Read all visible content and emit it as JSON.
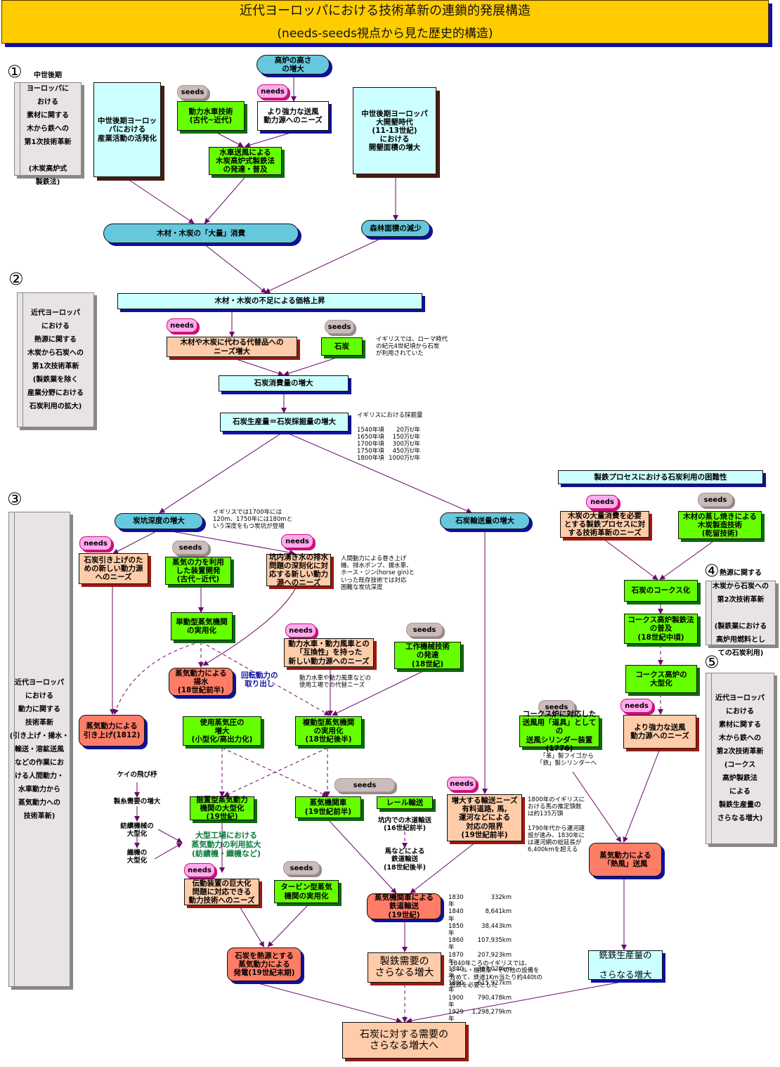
{
  "header": {
    "title": "近代ヨーロッパにおける技術革新の連鎖的発展構造",
    "subtitle": "(needs-seeds視点から見た歴史的構造)"
  },
  "colors": {
    "title_bg": "#ffcc00",
    "seeds_node": "#66ff00",
    "needs_node": "#ffccaa",
    "info_node": "#ccffff",
    "result_node": "#ff7d66",
    "pill_node": "#66c8dd",
    "link": "#6b0a6b"
  },
  "tags": {
    "needs": "needs",
    "seeds": "seeds"
  },
  "sections": [
    {
      "number": "①",
      "label": "中世後期\nヨーロッパに\nおける\n素材に関する\n木から鉄への\n第1次技術革新\n\n(木炭高炉式\n製鉄法)"
    },
    {
      "number": "②",
      "label": "近代ヨーロッパ\nにおける\n熱源に関する\n木炭から石炭への\n第1次技術革新\n(製鉄業を除く\n産業分野における\n石炭利用の拡大)"
    },
    {
      "number": "③",
      "label": "近代ヨーロッパ\nにおける\n動力に関する\n技術革新\n(引き上げ・揚水・\n輸送・溶鉱送風\nなどの作業にお\nける人間動力・\n水車動力から\n蒸気動力への\n技術革新)"
    },
    {
      "number": "④",
      "label": "熱源に関する\n木炭から石炭への\n第2次技術革新\n\n(製鉄業における\n高炉用燃料とし\nての石炭利用)"
    },
    {
      "number": "⑤",
      "label": "近代ヨーロッパ\nにおける\n素材に関する\n木から鉄への\n第2次技術革新\n(コークス\n高炉製鉄法\nによる\n製鉄生産量の\nさらなる増大)"
    }
  ],
  "nodes": {
    "furnace_height": "高炉の高さ\nの増大",
    "waterwheel_tech": "動力水車技術\n(古代~近代)",
    "stronger_blast_need1": "より強力な送風\n動力源へのニーズ",
    "industrial_activity": "中世後期ヨーロッ\nパにおける\n産業活動の活発化",
    "charcoal_furnace": "水車送風による\n木炭高炉式製鉄法\nの発達・普及",
    "land_clearing": "中世後期ヨーロッパ\n大開墾時代\n(11-13世紀)\nにおける\n開墾面積の増大",
    "wood_consumption": "木材・木炭の「大量」消費",
    "forest_decrease": "森林面積の減少",
    "price_rise": "木材・木炭の不足による価格上昇",
    "substitute_need": "木材や木炭に代わる代替品への\nニーズ増大",
    "coal": "石炭",
    "coal_consumption": "石炭消費量の増大",
    "coal_production": "石炭生産量＝石炭採掘量の増大",
    "iron_coal_difficulty": "製鉄プロセスにおける石炭利用の困難性",
    "charcoal_process_need": "木炭の大量消費を必要\nとする製鉄プロセスに対\nする技術革新のニーズ",
    "dry_distillation": "木材の蒸し焼きによる\n木炭製造技術\n(乾留技術)",
    "coking": "石炭のコークス化",
    "coke_furnace": "コークス高炉製鉄法\nの普及\n(18世紀中頃)",
    "coke_furnace_large": "コークス高炉の\n大型化",
    "stronger_blast_need2": "より強力な送風\n動力源へのニーズ",
    "blowing_cylinder": "コークス炉に対応した\n送風用「道具」としての\n送風シリンダー装置\n(1776)",
    "hot_blast": "蒸気動力による\n「熱風」送風",
    "pig_iron": "銑鉄生産量の\n\nさらなる増大",
    "mine_depth": "炭坑深度の増大",
    "coal_transport": "石炭輸送量の増大",
    "hoist_need": "石炭引き上げのた\nめの新しい動力源\nへのニーズ",
    "steam_device": "蒸気の力を利用\nした装置開発\n(古代~近代)",
    "drainage_need": "坑内湧き水の排水\n問題の深刻化に対\n応する新しい動力\n源へのニーズ",
    "single_acting": "単動型蒸気機関\nの実用化",
    "steam_pumping": "蒸気動力による\n揚水\n(18世紀前半)",
    "rotary_power": "回転動力の\n取り出し",
    "interchangeable_need": "動力水車・動力風車との\n「互換性」を持った\n新しい動力源へのニーズ",
    "machine_tool": "工作機械技術\nの発達\n(18世紀)",
    "steam_hoist": "蒸気動力による\n引き上げ(1812)",
    "high_pressure": "使用蒸気圧の\n増大\n(小型化/高出力化)",
    "double_acting": "複動型蒸気機関\nの実用化\n(18世紀後半)",
    "stationary_engine": "据置型蒸気動力\n機関の大型化\n(19世紀)",
    "locomotive": "蒸気機関車\n(19世紀前半)",
    "rail_transport": "レール輸送",
    "transport_need": "増大する輸送ニーズ\n有料道路, 馬,\n運河などによる\n対応の限界\n(19世紀前半)",
    "factory_use": "大型工場における\n蒸気動力の利用拡大\n(紡績機・織機など)",
    "transmission_need": "伝動装置の巨大化\n問題に対応できる\n動力技術へのニーズ",
    "turbine": "タービン型蒸気\n機関の実用化",
    "railway": "蒸気機関車による\n鉄道輸送\n(19世紀)",
    "power_generation": "石炭を熱源とする\n蒸気動力による\n発電(19世紀末期)",
    "iron_demand": "製鉄需要の\nさらなる増大",
    "final": "石炭に対する需要の\nさらなる増大へ"
  },
  "textile_chain": [
    "ケイの飛び杼",
    "製糸需要の増大",
    "紡績機械の\n大型化",
    "織機の\n大型化"
  ],
  "rail_chain": [
    "坑内での木道輸送\n(16世紀前半)",
    "馬などによる\n鉄道輸送\n(18世紀後半)"
  ],
  "notes": {
    "roman_coal": "イギリスでは、ローマ時代\nの紀元4世紀頃から石炭\nが利用されていた",
    "coal_output_title": "イギリスにおける採掘量",
    "coal_output": [
      {
        "year": "1540年頃",
        "value": "20万t/年"
      },
      {
        "year": "1650年頃",
        "value": "150万t/年"
      },
      {
        "year": "1700年頃",
        "value": "300万t/年"
      },
      {
        "year": "1750年頃",
        "value": "450万t/年"
      },
      {
        "year": "1800年頃",
        "value": "1000万t/年"
      }
    ],
    "mine_depth": "イギリスでは1700年には\n120m、1750年には180mと\nいう深度をもつ炭坑が登場",
    "human_power": "人間動力による巻き上げ\n機、排水ポンプ、揚水車、\nホース・ジン(horse gin)と\nいった既存技術では対応\n困難な炭坑深度",
    "substitute_factory": "動力水車や動力風車などの\n使用工場での代替ニーズ",
    "bellows": "「革」製フイゴから\n「鉄」製シリンダーへ",
    "horses": "1800年のイギリスに\nおける馬の推定頭数\nは約135万頭\n\n1790年代から運河建\n設が進み、1830年に\nは運河網の総延長が\n6,400kmを超える",
    "rail_length": [
      {
        "year": "1830年",
        "value": "332km"
      },
      {
        "year": "1840年",
        "value": "8,641km"
      },
      {
        "year": "1850年",
        "value": "38,443km"
      },
      {
        "year": "1860年",
        "value": "107,935km"
      },
      {
        "year": "1870年",
        "value": "207,923km"
      },
      {
        "year": "1880年",
        "value": "367,020km"
      },
      {
        "year": "1890年",
        "value": "615,927km"
      },
      {
        "year": "1900年",
        "value": "790,478km"
      },
      {
        "year": "1929年",
        "value": "1,298,279km"
      }
    ],
    "iron_per_km": "1840年ころのイギリスでは、\nレール・機関車・その他の設備を\n含めて、鉄道1Km当たり約440tの\n銑鉄を必要とした"
  }
}
